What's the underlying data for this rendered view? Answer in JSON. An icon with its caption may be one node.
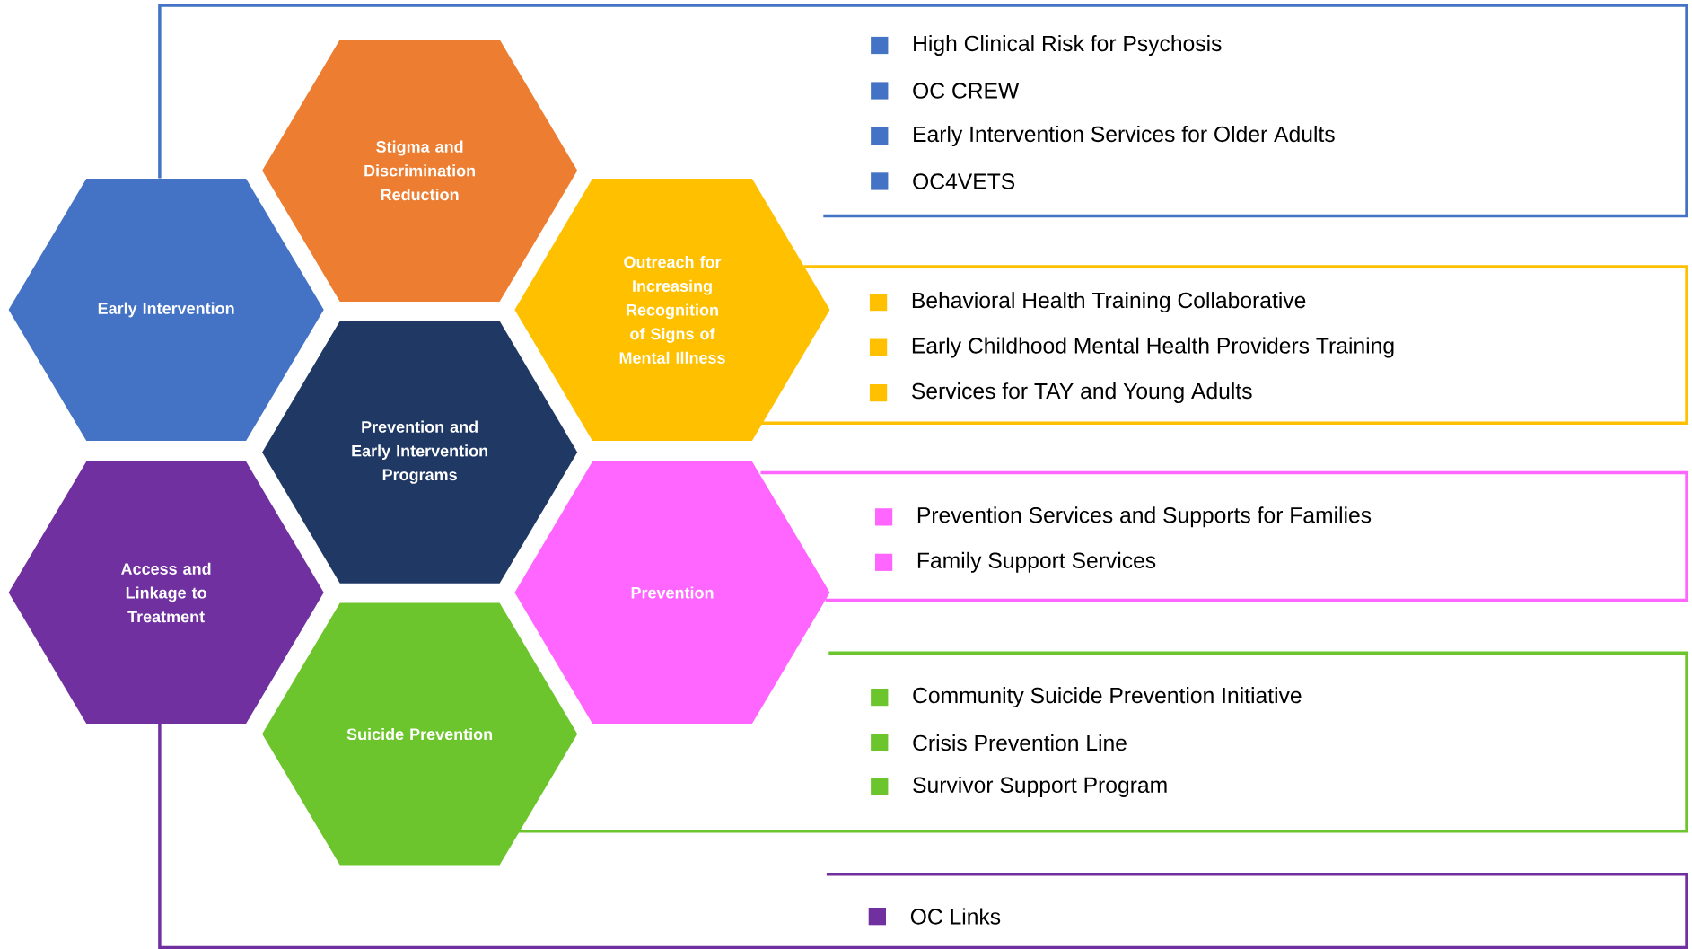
{
  "diagram": {
    "nodes": [
      {
        "text": [
          "Stigma and Discrimination Reduction"
        ]
      },
      {
        "text": [
          "Early Intervention"
        ]
      },
      {
        "text": [
          "Outreach for Increasing Recognition of Signs of Mental Illness"
        ]
      },
      {
        "text": [
          "Prevention and Early Intervention Programs"
        ]
      },
      {
        "text": [
          "Access and Linkage to Treatment"
        ]
      },
      {
        "text": [
          "Prevention"
        ]
      },
      {
        "text": [
          "Suicide Prevention"
        ]
      },
      {
        "text": [
          "High Clinical Risk for Psychosis",
          "OC CREW",
          "Early Intervention Services for Older Adults",
          "OC4VETS"
        ]
      },
      {
        "text": [
          "Behavioral Health Training Collaborative",
          "Early Childhood Mental Health Providers Training",
          "Services for TAY and Young Adults"
        ]
      },
      {
        "text": [
          "Prevention Services and Supports for Families",
          "Family Support Services"
        ]
      },
      {
        "text": [
          "Community Suicide Prevention Initiative",
          "Crisis Prevention Line",
          "Survivor Support Program"
        ]
      },
      {
        "text": [
          "OC Links"
        ]
      }
    ],
    "edges": []
  }
}
